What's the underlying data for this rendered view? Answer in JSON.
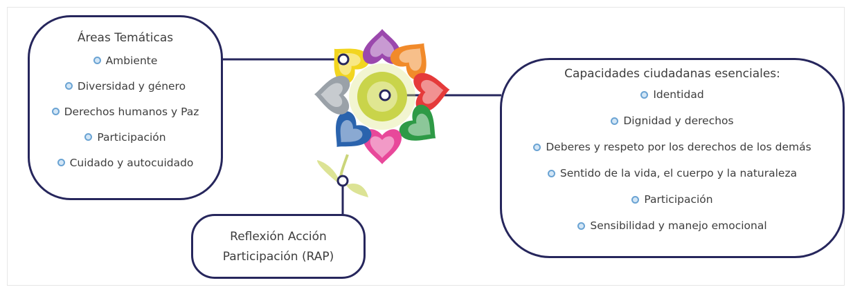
{
  "areas": {
    "title": "Áreas Temáticas",
    "items": [
      "Ambiente",
      "Diversidad y género",
      "Derechos humanos y Paz",
      "Participación",
      "Cuidado y autocuidado"
    ]
  },
  "capacidades": {
    "title": "Capacidades ciudadanas esenciales:",
    "items": [
      "Identidad",
      "Dignidad y derechos",
      "Deberes y respeto por los derechos de los demás",
      "Sentido de la vida, el cuerpo y la naturaleza",
      "Participación",
      "Sensibilidad y manejo emocional"
    ]
  },
  "rap": {
    "line1": "Reflexión Acción",
    "line2": "Participación (RAP)"
  },
  "colors": {
    "box_border": "#26265c",
    "bullet": "#6aa3d3",
    "flower_center": "#c9d44a"
  },
  "hearts": [
    {
      "name": "yellow-heart",
      "color": "#f2d51f"
    },
    {
      "name": "purple-heart",
      "color": "#9b48ad"
    },
    {
      "name": "orange-heart",
      "color": "#f18a2a"
    },
    {
      "name": "red-heart",
      "color": "#e53a3a"
    },
    {
      "name": "green-heart",
      "color": "#2e9a46"
    },
    {
      "name": "pink-heart",
      "color": "#e8489a"
    },
    {
      "name": "blue-heart",
      "color": "#2a63ad"
    },
    {
      "name": "gray-heart",
      "color": "#9aa1a8"
    }
  ]
}
